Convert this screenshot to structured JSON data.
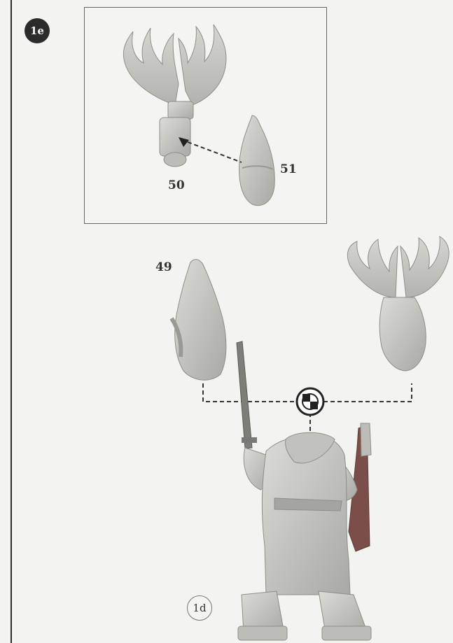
{
  "step": {
    "id": "1e"
  },
  "inset": {
    "parts": [
      {
        "number": "50",
        "name": "wings-back"
      },
      {
        "number": "51",
        "name": "head"
      }
    ]
  },
  "main": {
    "parts": [
      {
        "number": "49",
        "name": "head-option"
      }
    ],
    "connector_symbol": "checkered-target-icon",
    "previous_step": "1d"
  },
  "colors": {
    "miniature": "#c8c8c3",
    "miniature_shadow": "#9a9a95",
    "line": "#333333",
    "background": "#f3f3f1"
  }
}
